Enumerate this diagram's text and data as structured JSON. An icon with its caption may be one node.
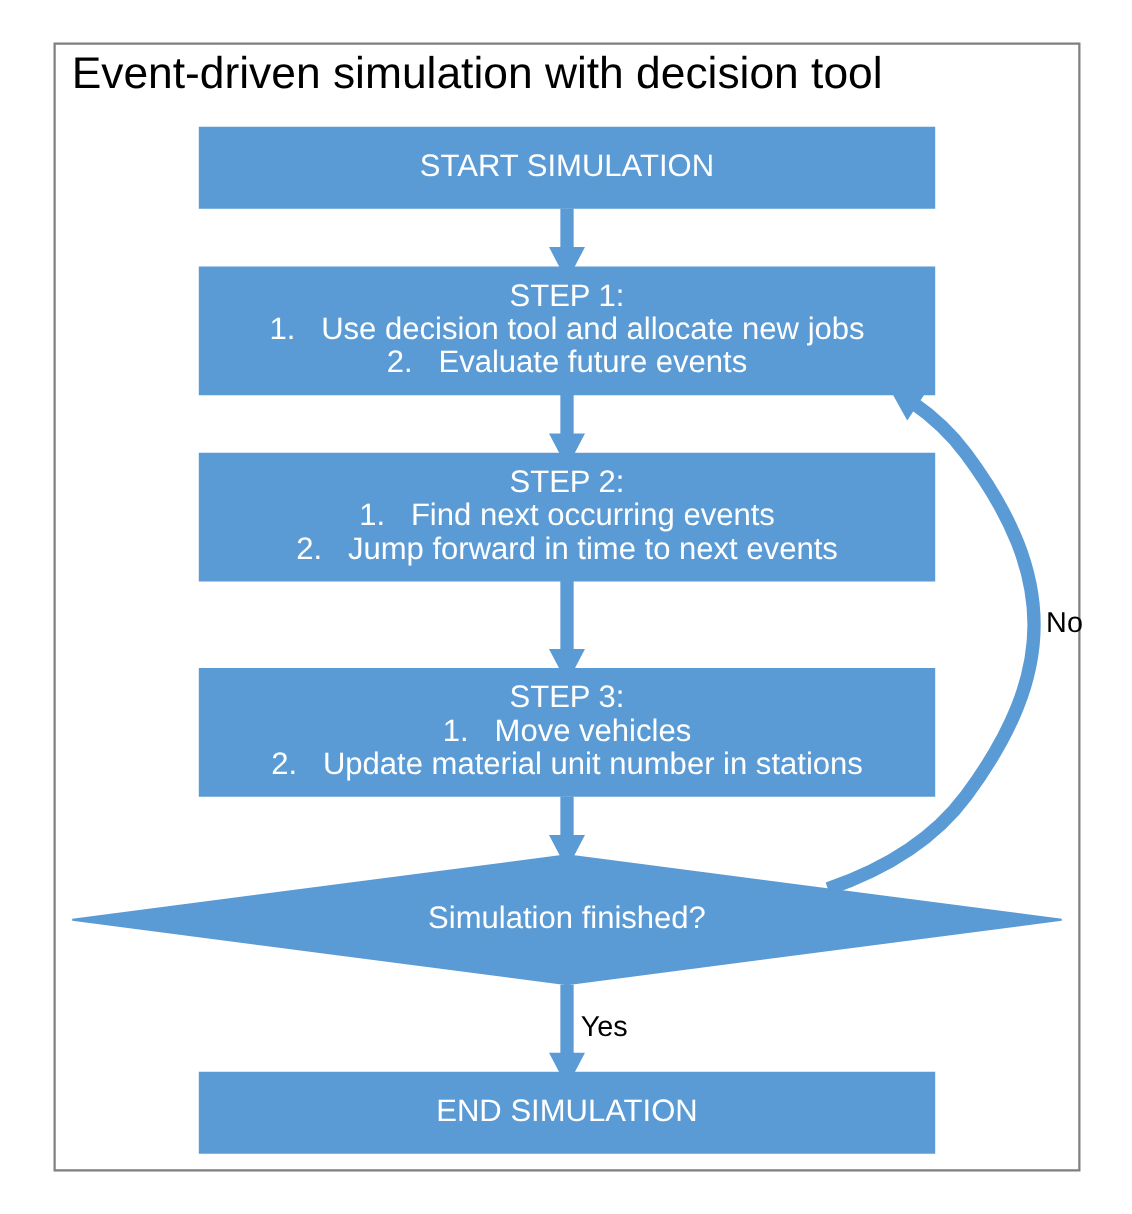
{
  "diagram": {
    "nodes": [
      {
        "text": [
          "Event-driven simulation with decision tool"
        ]
      },
      {
        "text": [
          "START SIMULATION"
        ],
        "in": 0
      },
      {
        "text": [
          "STEP 1:",
          "1.   Use decision tool and allocate new jobs",
          "2.   Evaluate future events"
        ],
        "in": 0
      },
      {
        "text": [
          "STEP 2:",
          "1.   Find next occurring events",
          "2.   Jump forward in time to next events"
        ],
        "in": 0
      },
      {
        "text": [
          "STEP 3:",
          "1.   Move vehicles",
          "2.   Update material unit number in stations"
        ],
        "in": 0
      },
      {
        "text": [
          "Simulation finished?"
        ],
        "in": 0
      },
      {
        "text": [
          "END SIMULATION"
        ],
        "in": 0
      }
    ],
    "edges": [
      {
        "from": 1,
        "to": 2,
        "arrow": "to"
      },
      {
        "from": 2,
        "to": 3,
        "arrow": "to"
      },
      {
        "from": 3,
        "to": 4,
        "arrow": "to"
      },
      {
        "from": 4,
        "to": 5,
        "arrow": "to"
      },
      {
        "from": 5,
        "to": 2,
        "arrow": "to",
        "label": "No"
      },
      {
        "from": 5,
        "to": 6,
        "arrow": "to",
        "label": "Yes"
      }
    ]
  }
}
